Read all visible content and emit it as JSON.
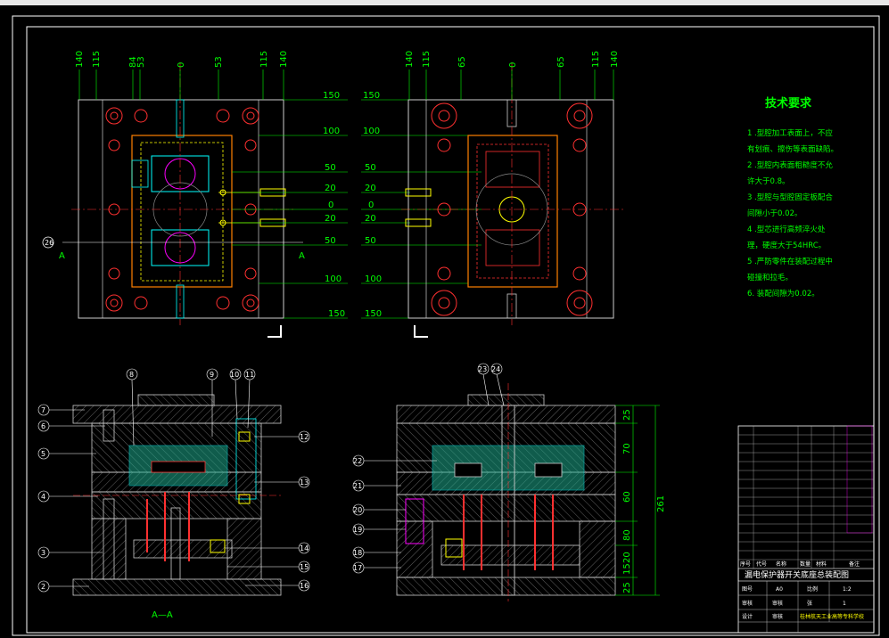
{
  "top_left_dims": [
    "140",
    "115",
    "84",
    "53",
    "0",
    "53",
    "115",
    "140"
  ],
  "top_right_dims": [
    "140",
    "115",
    "65",
    "0",
    "65",
    "115",
    "140"
  ],
  "mid_dims_left": [
    "150",
    "100",
    "50",
    "20",
    "0",
    "20",
    "50",
    "100",
    "150"
  ],
  "mid_dims_right": [
    "150",
    "100",
    "50",
    "20",
    "0",
    "20",
    "50",
    "100",
    "150"
  ],
  "section_mark": "A",
  "section_title": "A—A",
  "notes_title": "技术要求",
  "notes": [
    "1 .型腔加工表面上，不应",
    "有划痕、擦伤等表面缺陷。",
    "2 .型腔内表面粗糙度不允",
    "许大于0.8。",
    "3 .型腔与型腔固定板配合",
    "间隙小于0.02。",
    "4 .型芯进行高频淬火处",
    "理，硬度大于54HRC。",
    "5 .严防零件在装配过程中",
    "碰撞和拉毛。",
    "6. 装配间隙为0.02。"
  ],
  "left_callouts": [
    "7",
    "6",
    "5",
    "4",
    "3",
    "2"
  ],
  "top_callouts": [
    "8",
    "9",
    "10",
    "11"
  ],
  "right_callouts": [
    "12",
    "13",
    "14",
    "15",
    "16"
  ],
  "mid_callouts": [
    "22",
    "21",
    "20",
    "19",
    "18",
    "17"
  ],
  "top_mid_callouts": [
    "23",
    "24"
  ],
  "vert_dims": [
    "25",
    "70",
    "60",
    "261",
    "80",
    "20",
    "15",
    "25"
  ],
  "callout_26": "26",
  "title_block": {
    "drawing_title": "漏电保护器开关底座总装配图",
    "header_cells": [
      "序号",
      "代号",
      "名称",
      "数量",
      "材料",
      "备注"
    ],
    "row1": [
      "图号",
      "A0",
      "比例",
      "1:2"
    ],
    "row2": [
      "审核",
      "审核",
      "张",
      "1"
    ],
    "row3": [
      "设计",
      "审核",
      "",
      "桂林航天工业高等专科学校"
    ]
  },
  "colors": {
    "bg": "#000000",
    "green": "#00ff00",
    "white": "#ffffff",
    "red": "#ff3030",
    "yellow": "#ffff00",
    "cyan": "#00ffff",
    "magenta": "#ff00ff"
  }
}
